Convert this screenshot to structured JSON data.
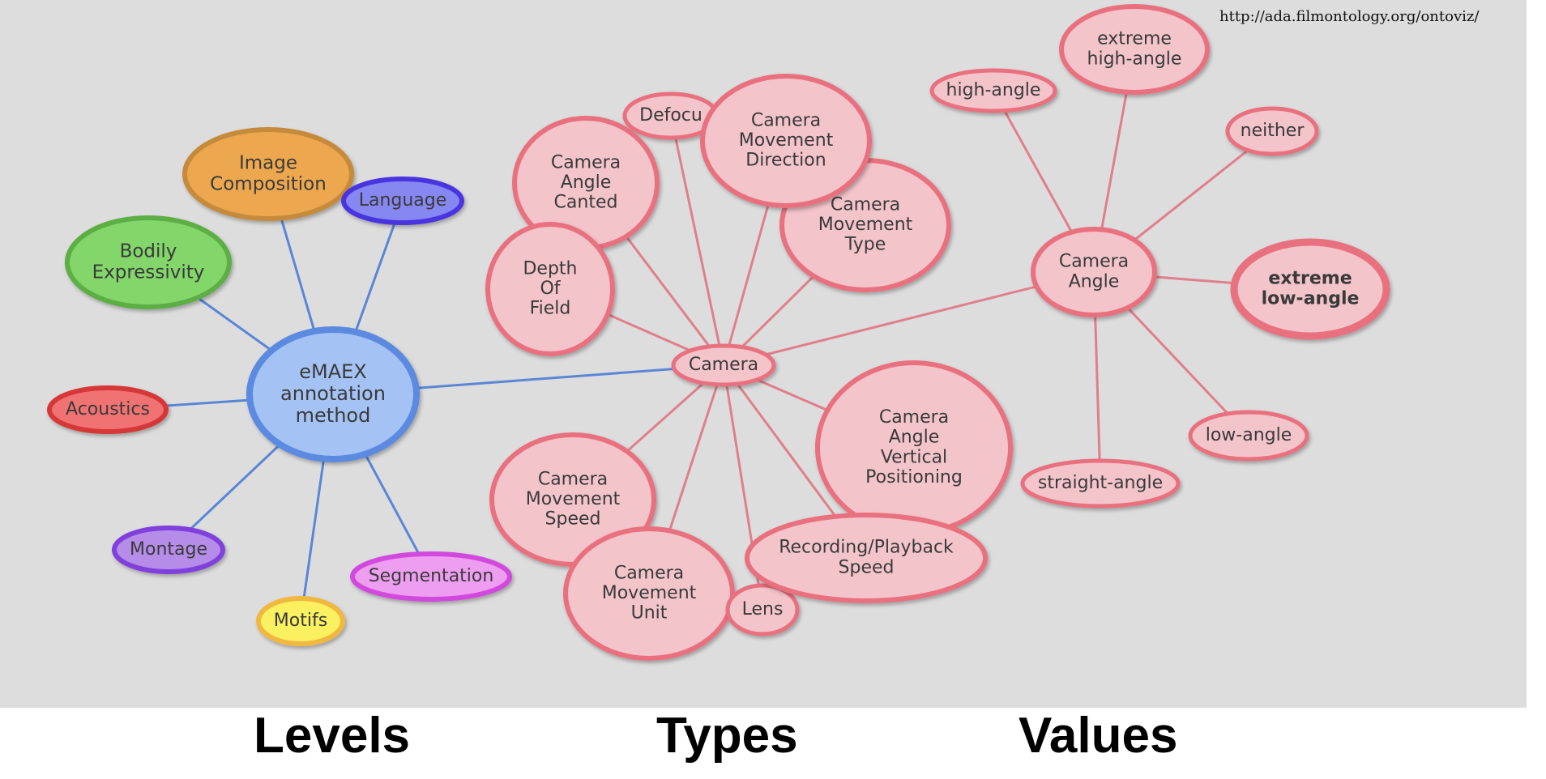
{
  "url": "http://ada.filmontology.org/ontoviz/",
  "footer": {
    "levels": "Levels",
    "types": "Types",
    "values": "Values"
  },
  "colors": {
    "background": "#dddddd",
    "pink_fill": "#f3c4ca",
    "pink_stroke": "#e9707f",
    "blue_edge": "#5a86d6",
    "pink_edge": "#e07f8c"
  },
  "nodes": [
    {
      "id": "emaex",
      "lines": [
        "eMAEX",
        "annotation",
        "method"
      ],
      "fill": "#a4c3f4",
      "stroke": "#5b8ae0"
    },
    {
      "id": "image-composition",
      "lines": [
        "Image",
        "Composition"
      ],
      "fill": "#eda84f",
      "stroke": "#c58a3b"
    },
    {
      "id": "language",
      "lines": [
        "Language"
      ],
      "fill": "#8787f2",
      "stroke": "#4a34e0"
    },
    {
      "id": "bodily-expressivity",
      "lines": [
        "Bodily",
        "Expressivity"
      ],
      "fill": "#82d66a",
      "stroke": "#5cae45"
    },
    {
      "id": "acoustics",
      "lines": [
        "Acoustics"
      ],
      "fill": "#f07272",
      "stroke": "#d63838"
    },
    {
      "id": "montage",
      "lines": [
        "Montage"
      ],
      "fill": "#b58ce8",
      "stroke": "#8040dc"
    },
    {
      "id": "motifs",
      "lines": [
        "Motifs"
      ],
      "fill": "#faf060",
      "stroke": "#f0b840"
    },
    {
      "id": "segmentation",
      "lines": [
        "Segmentation"
      ],
      "fill": "#ee9ef0",
      "stroke": "#d24ade"
    },
    {
      "id": "camera",
      "lines": [
        "Camera"
      ],
      "fill": "#f3c4ca",
      "stroke": "#e9707f"
    },
    {
      "id": "defocus",
      "lines": [
        "Defocu"
      ],
      "fill": "#f3c4ca",
      "stroke": "#e9707f"
    },
    {
      "id": "camera-angle-canted",
      "lines": [
        "Camera",
        "Angle",
        "Canted"
      ],
      "fill": "#f3c4ca",
      "stroke": "#e9707f"
    },
    {
      "id": "depth-of-field",
      "lines": [
        "Depth",
        "Of",
        "Field"
      ],
      "fill": "#f3c4ca",
      "stroke": "#e9707f"
    },
    {
      "id": "camera-movement-type",
      "lines": [
        "Camera",
        "Movement",
        "Type"
      ],
      "fill": "#f3c4ca",
      "stroke": "#e9707f"
    },
    {
      "id": "camera-movement-direction",
      "lines": [
        "Camera",
        "Movement",
        "Direction"
      ],
      "fill": "#f3c4ca",
      "stroke": "#e9707f"
    },
    {
      "id": "camera-angle-vertical-positioning",
      "lines": [
        "Camera",
        "Angle",
        "Vertical",
        "Positioning"
      ],
      "fill": "#f3c4ca",
      "stroke": "#e9707f"
    },
    {
      "id": "camera-movement-speed",
      "lines": [
        "Camera",
        "Movement",
        "Speed"
      ],
      "fill": "#f3c4ca",
      "stroke": "#e9707f"
    },
    {
      "id": "camera-movement-unit",
      "lines": [
        "Camera",
        "Movement",
        "Unit"
      ],
      "fill": "#f3c4ca",
      "stroke": "#e9707f"
    },
    {
      "id": "lens",
      "lines": [
        "Lens"
      ],
      "fill": "#f3c4ca",
      "stroke": "#e9707f"
    },
    {
      "id": "recording-playback-speed",
      "lines": [
        "Recording/Playback",
        "Speed"
      ],
      "fill": "#f3c4ca",
      "stroke": "#e9707f"
    },
    {
      "id": "camera-angle",
      "lines": [
        "Camera",
        "Angle"
      ],
      "fill": "#f3c4ca",
      "stroke": "#e9707f"
    },
    {
      "id": "high-angle",
      "lines": [
        "high-angle"
      ],
      "fill": "#f3c4ca",
      "stroke": "#e9707f"
    },
    {
      "id": "extreme-high-angle",
      "lines": [
        "extreme",
        "high-angle"
      ],
      "fill": "#f3c4ca",
      "stroke": "#e9707f"
    },
    {
      "id": "neither",
      "lines": [
        "neither"
      ],
      "fill": "#f3c4ca",
      "stroke": "#e9707f"
    },
    {
      "id": "extreme-low-angle",
      "lines": [
        "extreme",
        "low-angle"
      ],
      "fill": "#f3c4ca",
      "stroke": "#e9707f",
      "bold": true
    },
    {
      "id": "low-angle",
      "lines": [
        "low-angle"
      ],
      "fill": "#f3c4ca",
      "stroke": "#e9707f"
    },
    {
      "id": "straight-angle",
      "lines": [
        "straight-angle"
      ],
      "fill": "#f3c4ca",
      "stroke": "#e9707f"
    }
  ],
  "edges": [
    {
      "from": "emaex",
      "to": "image-composition",
      "color": "#5a86d6"
    },
    {
      "from": "emaex",
      "to": "language",
      "color": "#5a86d6"
    },
    {
      "from": "emaex",
      "to": "bodily-expressivity",
      "color": "#5a86d6"
    },
    {
      "from": "emaex",
      "to": "acoustics",
      "color": "#5a86d6"
    },
    {
      "from": "emaex",
      "to": "montage",
      "color": "#5a86d6"
    },
    {
      "from": "emaex",
      "to": "motifs",
      "color": "#5a86d6"
    },
    {
      "from": "emaex",
      "to": "segmentation",
      "color": "#5a86d6"
    },
    {
      "from": "emaex",
      "to": "camera",
      "color": "#5a86d6"
    },
    {
      "from": "camera",
      "to": "defocus",
      "color": "#e07f8c"
    },
    {
      "from": "camera",
      "to": "camera-angle-canted",
      "color": "#e07f8c"
    },
    {
      "from": "camera",
      "to": "depth-of-field",
      "color": "#e07f8c"
    },
    {
      "from": "camera",
      "to": "camera-movement-type",
      "color": "#e07f8c"
    },
    {
      "from": "camera",
      "to": "camera-movement-direction",
      "color": "#e07f8c"
    },
    {
      "from": "camera",
      "to": "camera-angle-vertical-positioning",
      "color": "#e07f8c"
    },
    {
      "from": "camera",
      "to": "camera-movement-speed",
      "color": "#e07f8c"
    },
    {
      "from": "camera",
      "to": "camera-movement-unit",
      "color": "#e07f8c"
    },
    {
      "from": "camera",
      "to": "lens",
      "color": "#e07f8c"
    },
    {
      "from": "camera",
      "to": "recording-playback-speed",
      "color": "#e07f8c"
    },
    {
      "from": "camera",
      "to": "camera-angle",
      "color": "#e07f8c"
    },
    {
      "from": "camera-angle",
      "to": "high-angle",
      "color": "#e07f8c"
    },
    {
      "from": "camera-angle",
      "to": "extreme-high-angle",
      "color": "#e07f8c"
    },
    {
      "from": "camera-angle",
      "to": "neither",
      "color": "#e07f8c"
    },
    {
      "from": "camera-angle",
      "to": "extreme-low-angle",
      "color": "#e07f8c"
    },
    {
      "from": "camera-angle",
      "to": "low-angle",
      "color": "#e07f8c"
    },
    {
      "from": "camera-angle",
      "to": "straight-angle",
      "color": "#e07f8c"
    }
  ]
}
